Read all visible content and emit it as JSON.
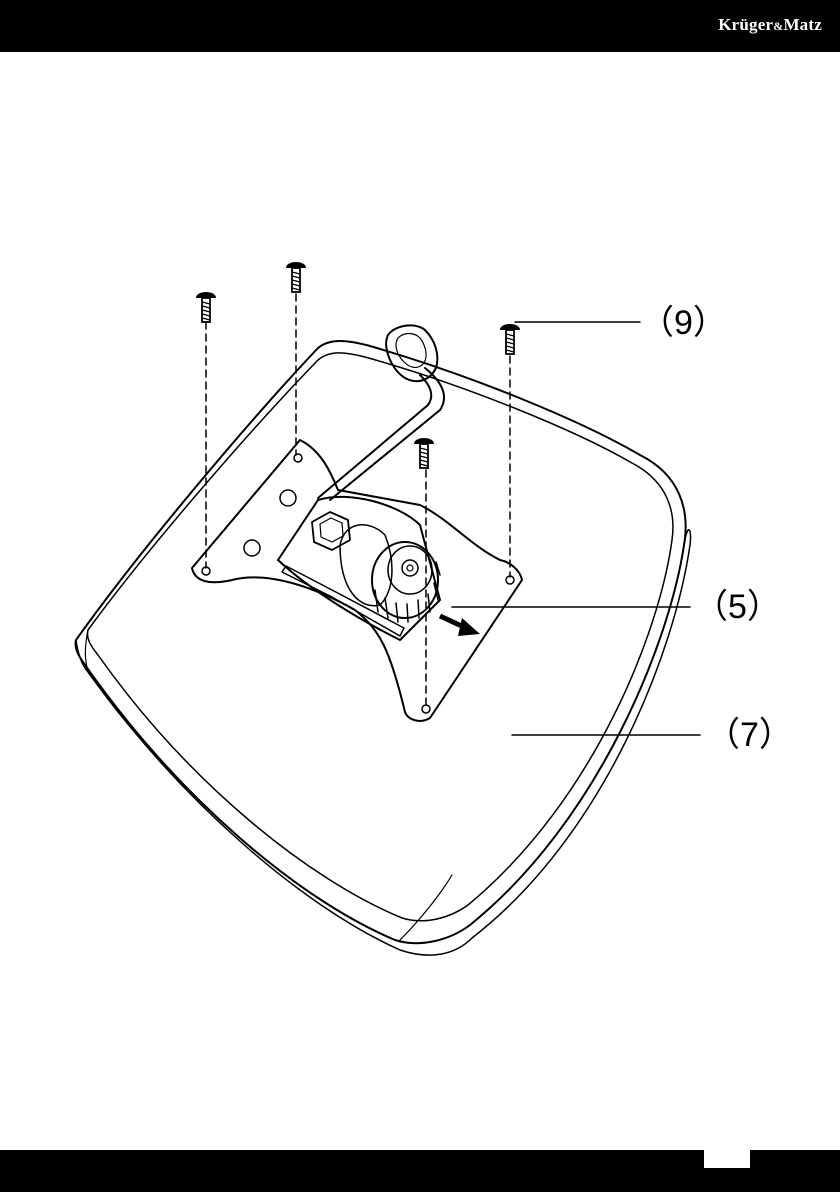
{
  "header": {
    "brand_left": "Krüger",
    "brand_amp": "&",
    "brand_right": "Matz"
  },
  "callouts": {
    "screw": "（9）",
    "mount_plate": "（5）",
    "base": "（7）"
  },
  "footer": {
    "page_number": ""
  }
}
